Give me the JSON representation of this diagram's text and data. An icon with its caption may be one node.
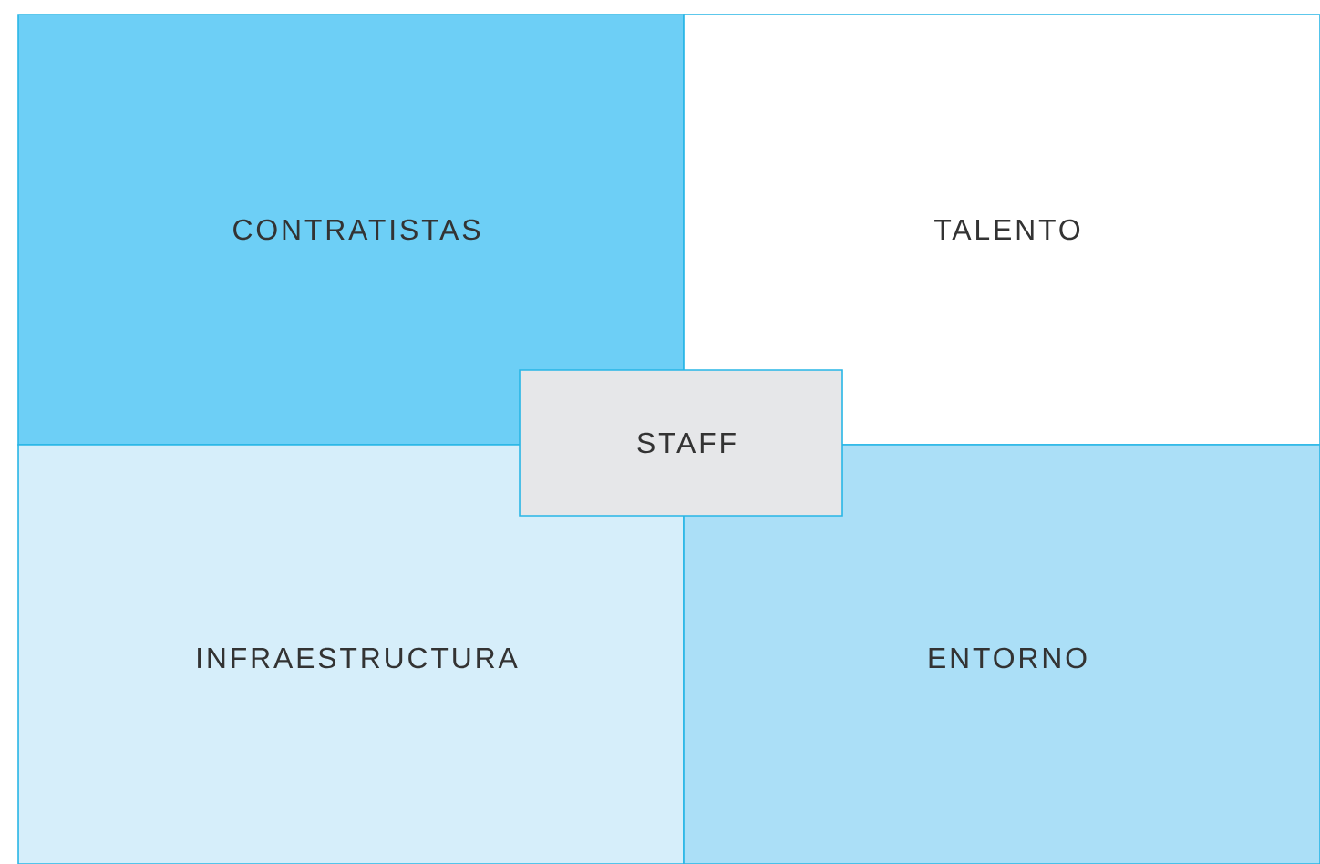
{
  "diagram": {
    "nodes": [
      {
        "text": [
          "CONTRATISTAS"
        ]
      },
      {
        "text": [
          "TALENTO"
        ]
      },
      {
        "text": [
          "STAFF"
        ]
      },
      {
        "text": [
          "INFRAESTRUCTURA"
        ]
      },
      {
        "text": [
          "ENTORNO"
        ]
      }
    ]
  }
}
